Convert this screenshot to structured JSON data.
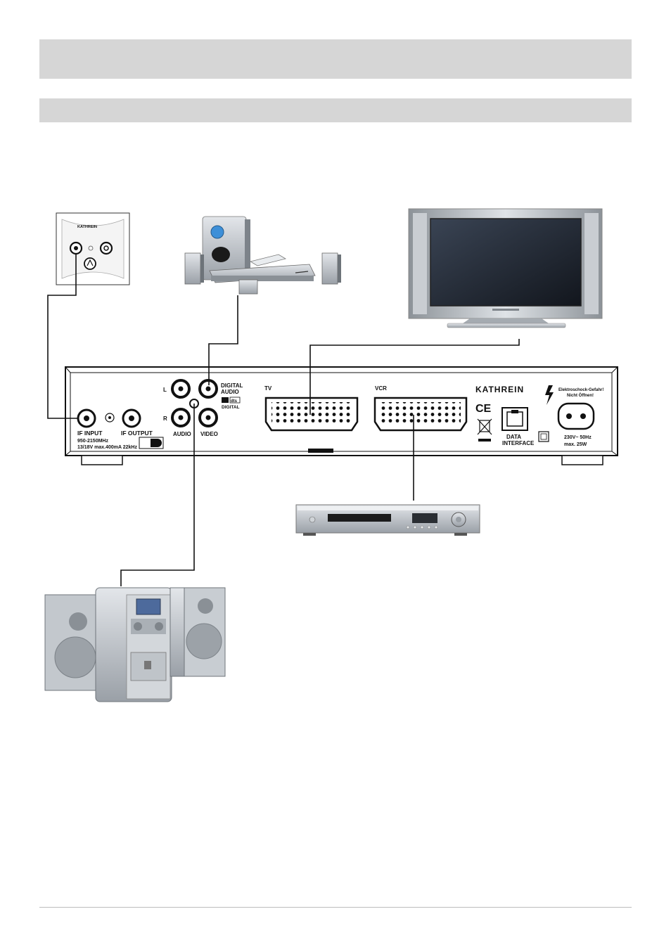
{
  "wall_socket": {
    "brand": "KATHREIN"
  },
  "receiver": {
    "brand": "KATHREIN",
    "if_input": "IF INPUT",
    "if_output": "IF OUTPUT",
    "if_spec_1": "950-2150MHz",
    "if_spec_2": "13/18V  max.400mA  22kHz",
    "audio_left": "L",
    "audio_right": "R",
    "audio": "AUDIO",
    "video": "VIDEO",
    "digital_audio_1": "DIGITAL",
    "digital_audio_2": "AUDIO",
    "dolby_text": "DIGITAL",
    "dts_text": "dts",
    "tv": "TV",
    "vcr": "VCR",
    "data_interface_1": "DATA",
    "data_interface_2": "INTERFACE",
    "ce_mark": "CE",
    "warning_1": "Elektroschock-Gefahr!",
    "warning_2": "Nicht Öffnen!",
    "power_1": "230V~  50Hz",
    "power_2": "max.  25W"
  },
  "colors": {
    "header_bar": "#d6d6d6",
    "device_silver": "#b9bec4",
    "receiver_outline": "#111111",
    "tv_screen": "#1d2430"
  }
}
